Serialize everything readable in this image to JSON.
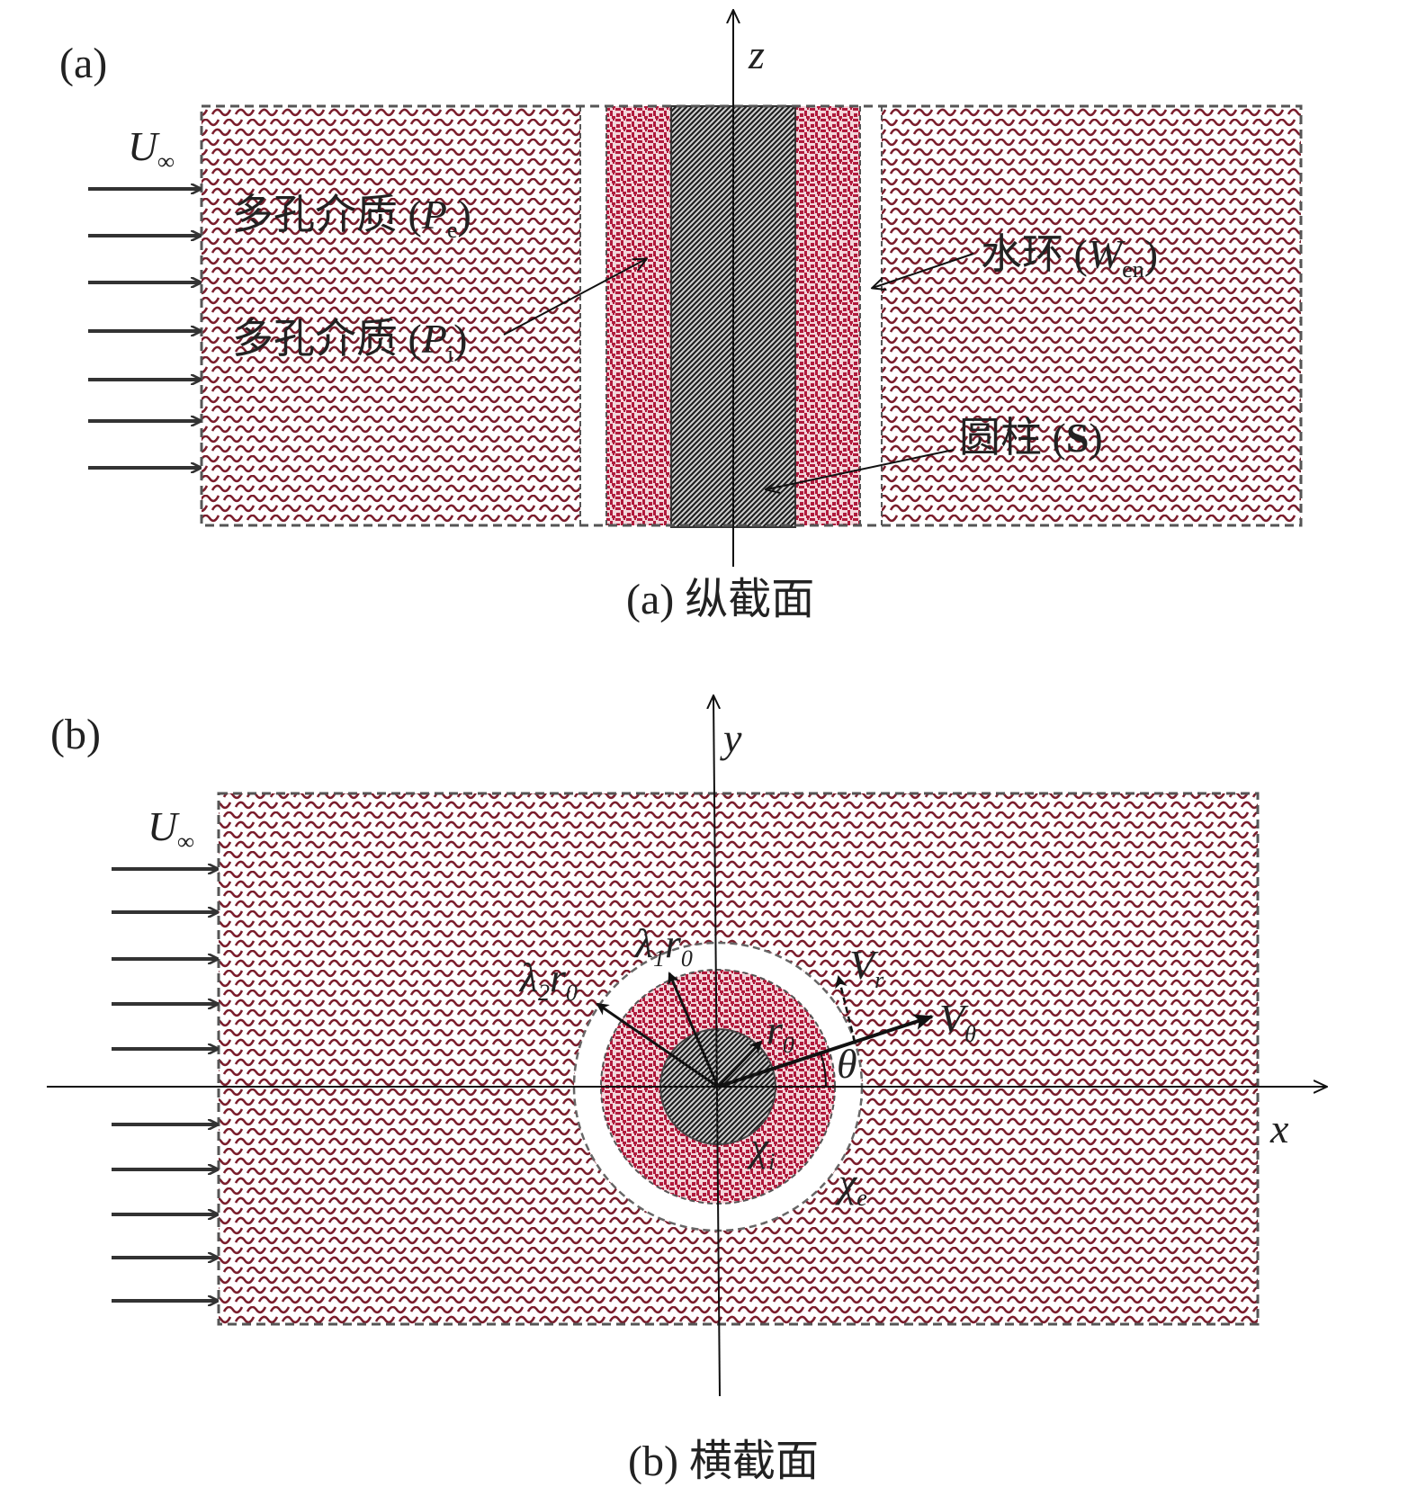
{
  "panel_a": {
    "tag": "(a)",
    "axis_label": "z",
    "velocity": {
      "symbol": "U",
      "sub": "∞"
    },
    "labels": {
      "outer_porous": {
        "text": "多孔介质 (",
        "sym": "P",
        "sub": "e",
        "close": ")"
      },
      "inner_porous": {
        "text": "多孔介质 (",
        "sym": "P",
        "sub": "i",
        "close": ")"
      },
      "water_ring": {
        "text": "水环 (",
        "sym": "W",
        "sub": "en",
        "close": ")"
      },
      "cylinder": {
        "text": "圆柱 (",
        "sym": "S",
        "close": ")"
      }
    },
    "caption": "(a) 纵截面"
  },
  "panel_b": {
    "tag": "(b)",
    "axis_x": "x",
    "axis_y": "y",
    "velocity": {
      "symbol": "U",
      "sub": "∞"
    },
    "r0": {
      "sym": "r",
      "sub": "0"
    },
    "lambda1_r0": {
      "pre": "λ",
      "pre_sub": "1",
      "sym": "r",
      "sub": "0"
    },
    "lambda2_r0": {
      "pre": "λ",
      "pre_sub": "2",
      "sym": "r",
      "sub": "0"
    },
    "v_r": {
      "sym": "V",
      "sub": "r"
    },
    "v_theta": {
      "sym": "V",
      "sub": "θ"
    },
    "theta": "θ",
    "chi_i": {
      "sym": "χ",
      "sub": "i"
    },
    "chi_e": {
      "sym": "χ",
      "sub": "e"
    },
    "caption": "(b) 横截面"
  },
  "colors": {
    "porous_red": "#b01a3c",
    "porous_dark": "#6b1524",
    "solid_dark": "#1e1e1e",
    "arrow": "#333333",
    "border": "#555555"
  }
}
